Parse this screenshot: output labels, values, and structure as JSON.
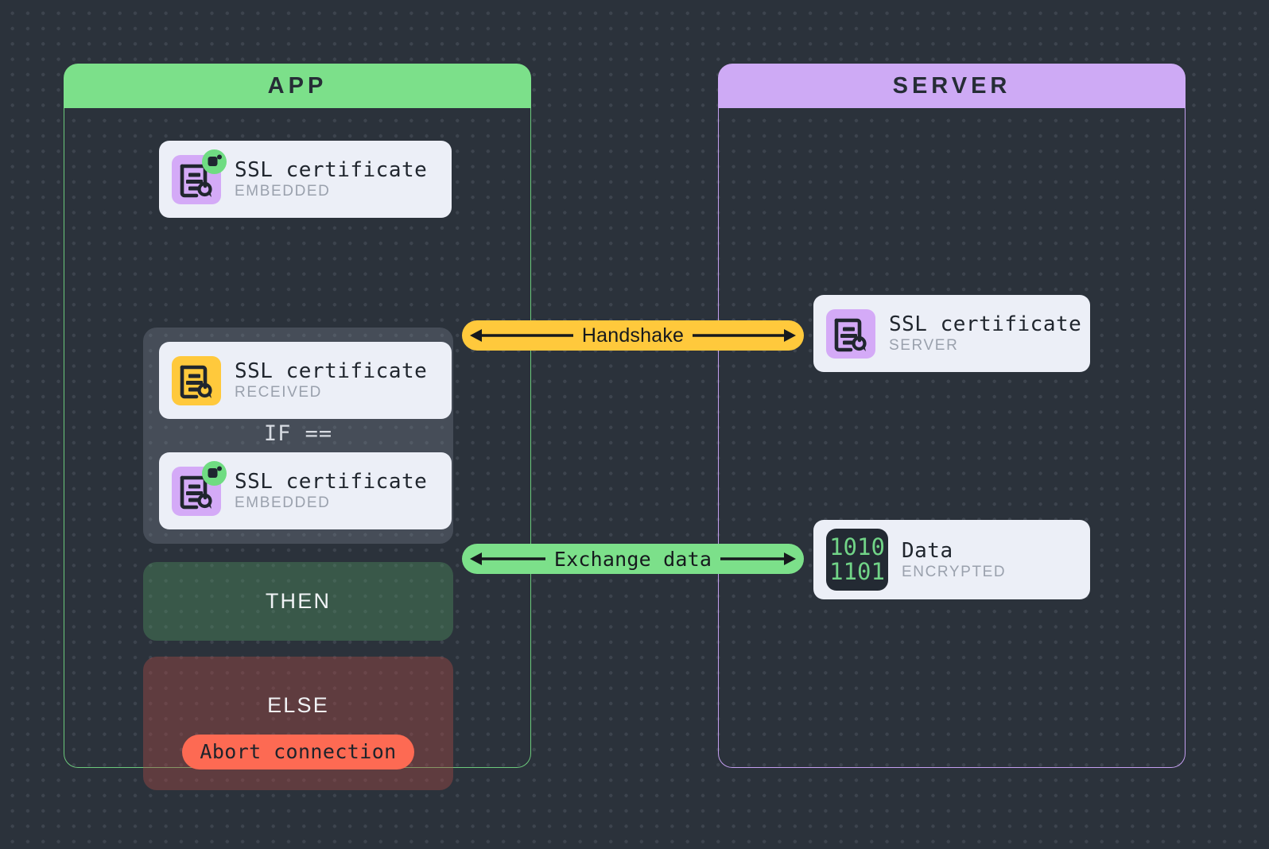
{
  "background": {
    "color": "#2b323b",
    "dot_color": "#3d444e"
  },
  "panels": [
    {
      "id": "app",
      "title": "APP",
      "accent": "#7ce08a",
      "border": "#6cc97c"
    },
    {
      "id": "server",
      "title": "SERVER",
      "accent": "#ceaaf5",
      "border": "#c49ef0"
    }
  ],
  "app": {
    "embedded_card": {
      "title": "SSL certificate",
      "subtitle": "EMBEDDED",
      "icon": "certificate-icon",
      "icon_color": "#d4aaf7",
      "badge": "verified-badge-icon",
      "badge_color": "#6fdc82"
    },
    "if_group": {
      "operator": "IF ==",
      "received_card": {
        "title": "SSL certificate",
        "subtitle": "RECEIVED",
        "icon": "certificate-icon",
        "icon_color": "#ffc93c"
      },
      "embedded_card": {
        "title": "SSL certificate",
        "subtitle": "EMBEDDED",
        "icon": "certificate-icon",
        "icon_color": "#d4aaf7",
        "badge": "verified-badge-icon",
        "badge_color": "#6fdc82"
      }
    },
    "then_block": {
      "label": "THEN",
      "color": "#54a068"
    },
    "else_block": {
      "label": "ELSE",
      "color": "#b04c46",
      "action": "Abort connection",
      "action_color": "#fd6a53"
    }
  },
  "server": {
    "certificate_card": {
      "title": "SSL certificate",
      "subtitle": "SERVER",
      "icon": "certificate-icon",
      "icon_color": "#d4aaf7"
    },
    "data_card": {
      "title": "Data",
      "subtitle": "ENCRYPTED",
      "icon": "binary-data-icon",
      "binary_line_1": "1010",
      "binary_line_2": "1101",
      "binary_color": "#71d487",
      "icon_bg": "#232a33"
    }
  },
  "connectors": [
    {
      "id": "handshake",
      "label": "Handshake",
      "color": "#ffc93c",
      "direction": "bidirectional"
    },
    {
      "id": "exchange",
      "label": "Exchange data",
      "color": "#7ce08a",
      "direction": "bidirectional"
    }
  ]
}
